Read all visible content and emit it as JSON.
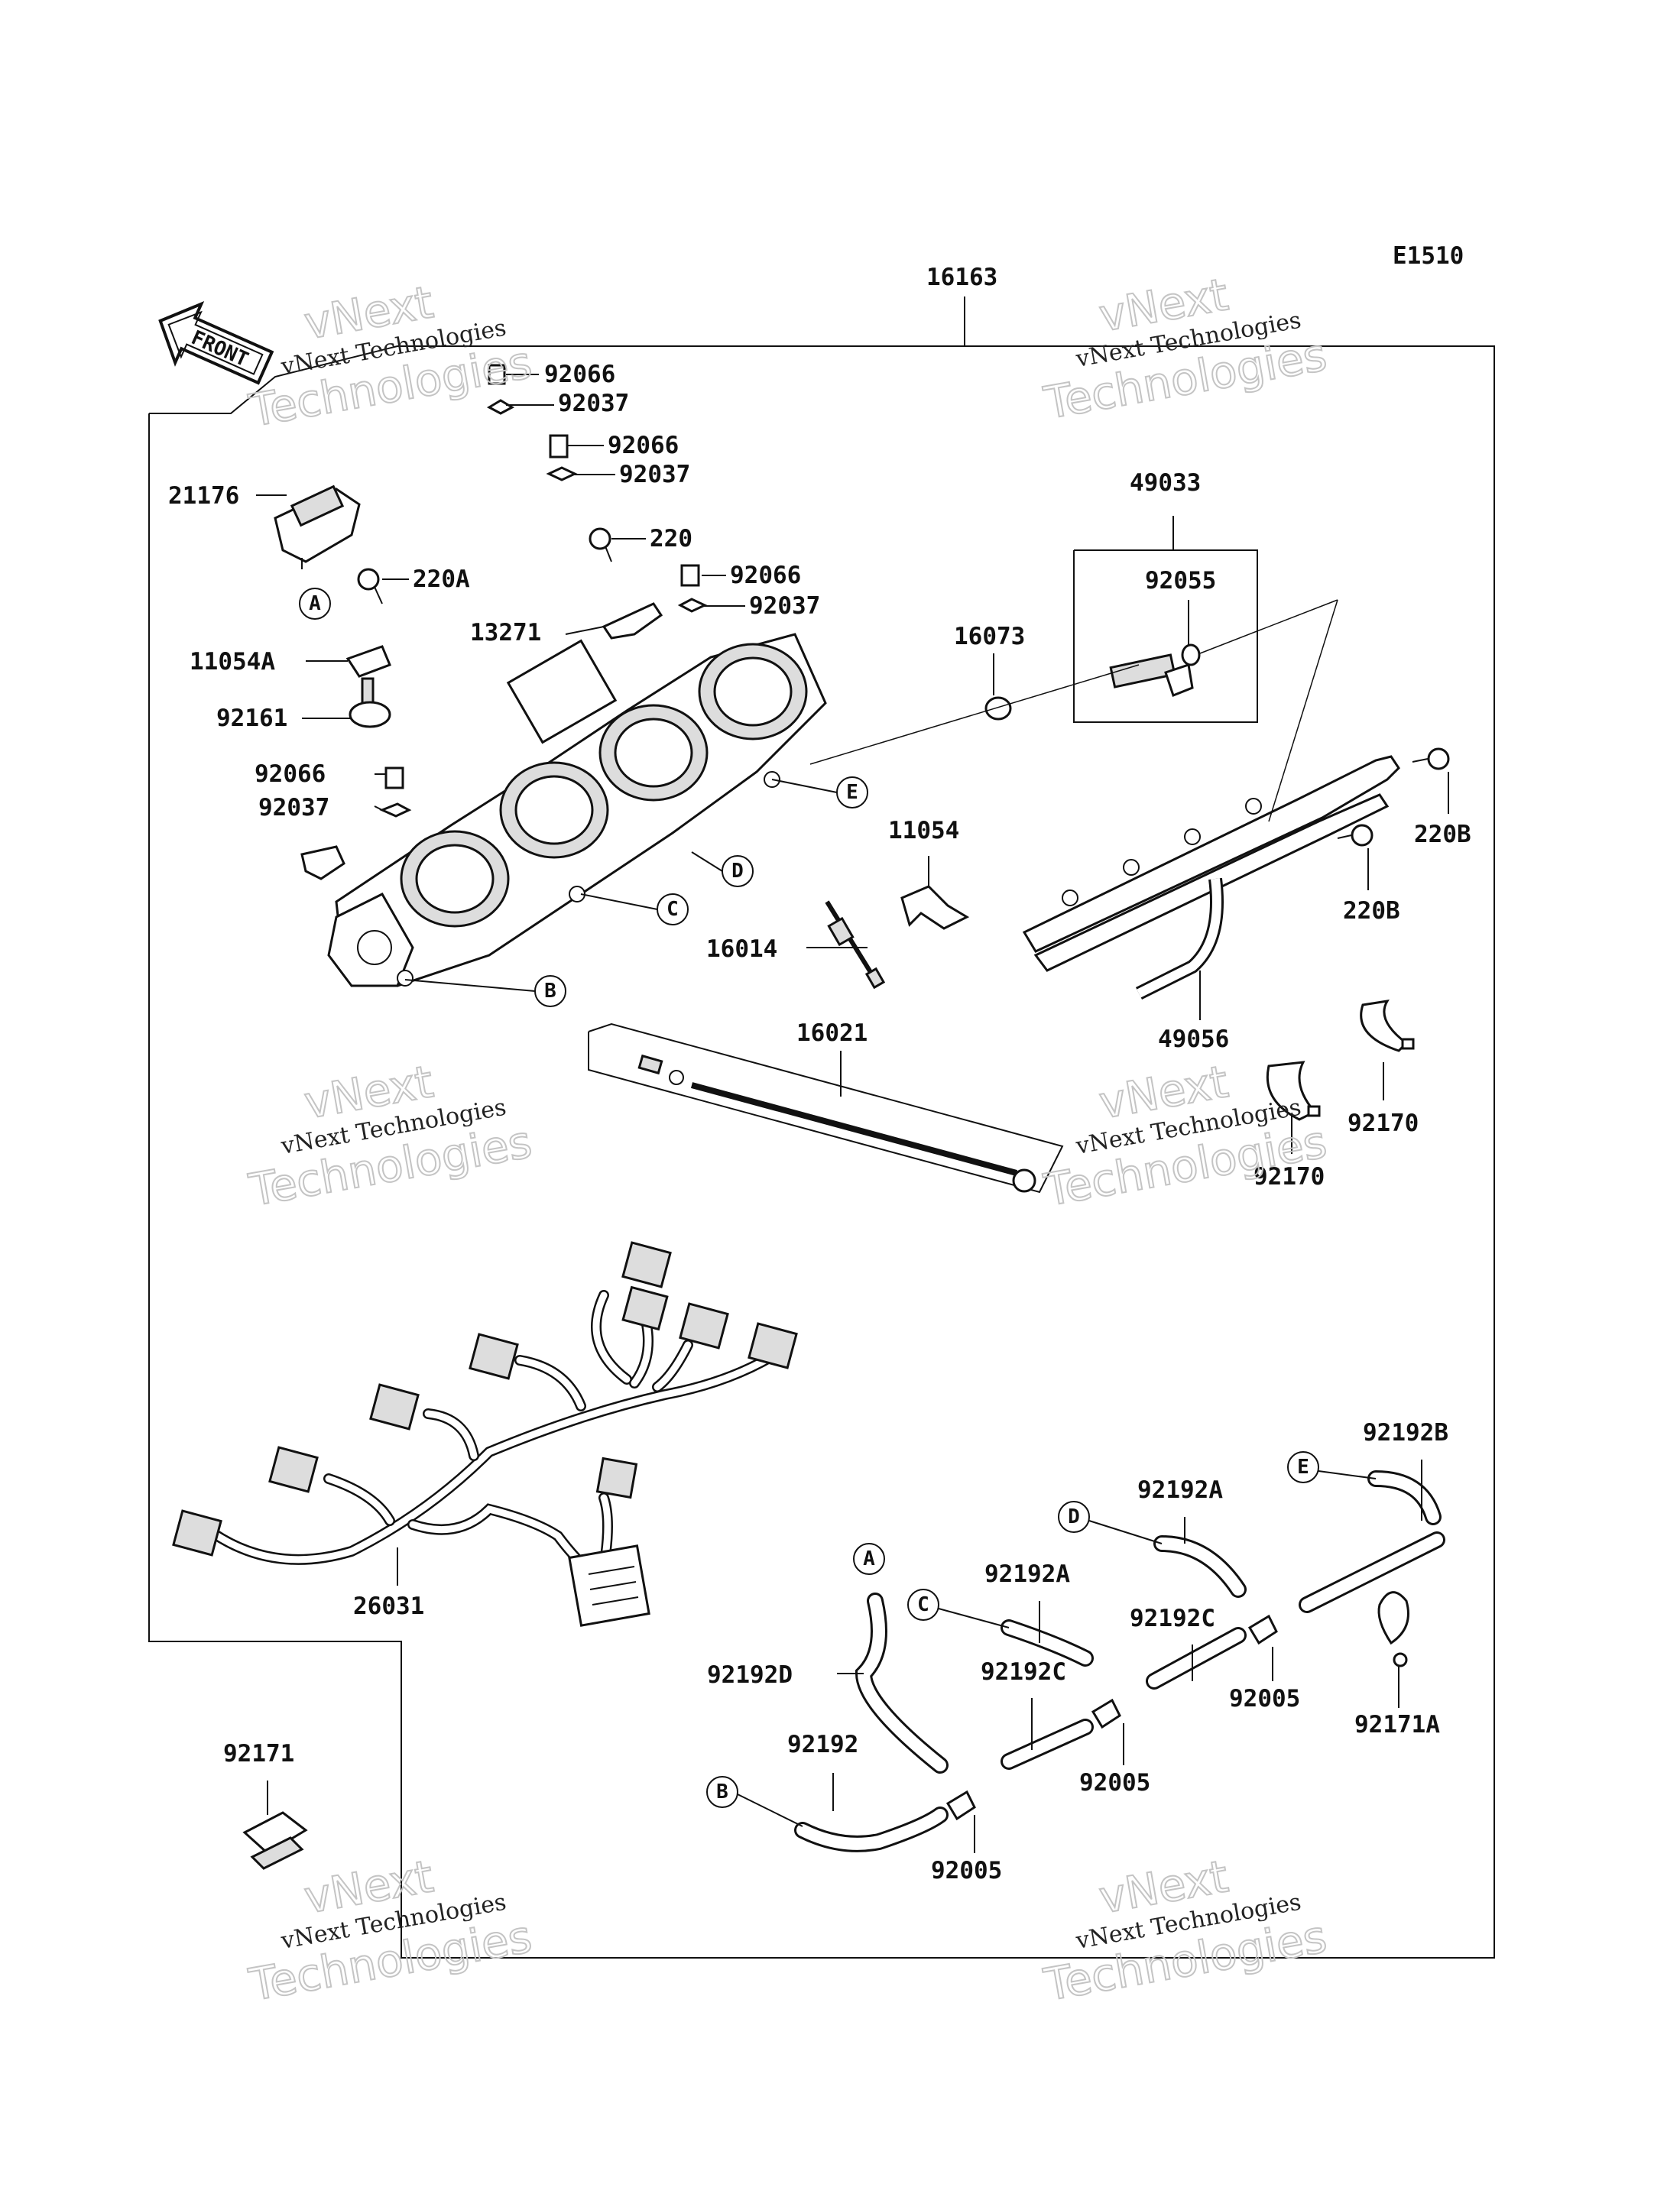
{
  "diagram_code": "E1510",
  "front_label": "FRONT",
  "watermarks": [
    {
      "line1": "vNext Technologies",
      "line2": "vNext",
      "line3": "Technologies"
    },
    {
      "line1": "vNext Technologies",
      "line2": "vNext",
      "line3": "Technologies"
    },
    {
      "line1": "vNext Technologies",
      "line2": "vNext",
      "line3": "Technologies"
    },
    {
      "line1": "vNext Technologies",
      "line2": "vNext",
      "line3": "Technologies"
    },
    {
      "line1": "vNext Technologies",
      "line2": "vNext",
      "line3": "Technologies"
    },
    {
      "line1": "vNext Technologies",
      "line2": "vNext",
      "line3": "Technologies"
    }
  ],
  "callouts": [
    "A",
    "B",
    "C",
    "D",
    "E",
    "A",
    "B",
    "C",
    "D",
    "E"
  ],
  "parts": [
    "16163",
    "92066",
    "92037",
    "92066",
    "92037",
    "21176",
    "220",
    "220A",
    "92066",
    "92037",
    "13271",
    "11054A",
    "92161",
    "92066",
    "92037",
    "49033",
    "92055",
    "16073",
    "11054",
    "220B",
    "220B",
    "16014",
    "16021",
    "49056",
    "92170",
    "92170",
    "26031",
    "92192B",
    "92192A",
    "92192A",
    "92192C",
    "92192C",
    "92192D",
    "92005",
    "92005",
    "92192",
    "92005",
    "92171A",
    "92171"
  ]
}
